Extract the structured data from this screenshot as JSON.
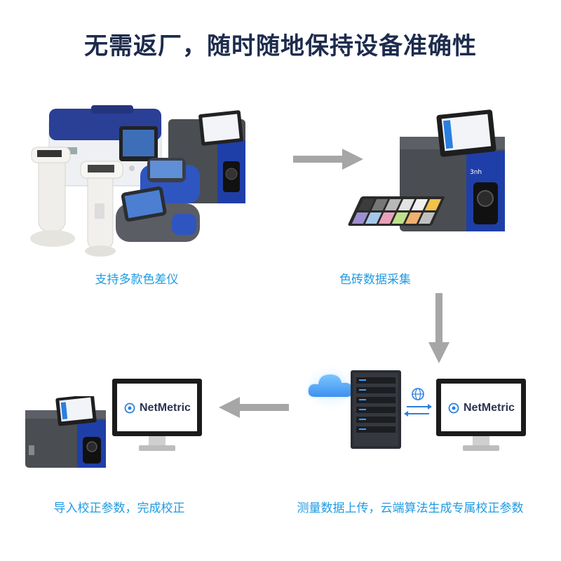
{
  "title": "无需返厂，随时随地保持设备准确性",
  "steps": {
    "step1": "支持多款色差仪",
    "step2": "色砖数据采集",
    "step3": "测量数据上传，云端算法生成专属校正参数",
    "step4": "导入校正参数，完成校正"
  },
  "software": {
    "name": "NetMetric"
  },
  "brand": {
    "device_logo": "3nh"
  },
  "colors": {
    "title": "#1d2b4d",
    "caption": "#1f9be0",
    "device_blue": "#1f3fa8",
    "device_gray": "#4a4d52",
    "arrow_gray": "#a6a6a6",
    "sync_blue": "#2a7fe0"
  },
  "tiles": [
    "#3c3c3c",
    "#777777",
    "#b8b8b8",
    "#e2e2e2",
    "#f1f1f1",
    "#f2c24a",
    "#9b8fd0",
    "#a6c8e8",
    "#e8a0b8",
    "#bfe08a",
    "#f0b070",
    "#c0c0c0"
  ]
}
